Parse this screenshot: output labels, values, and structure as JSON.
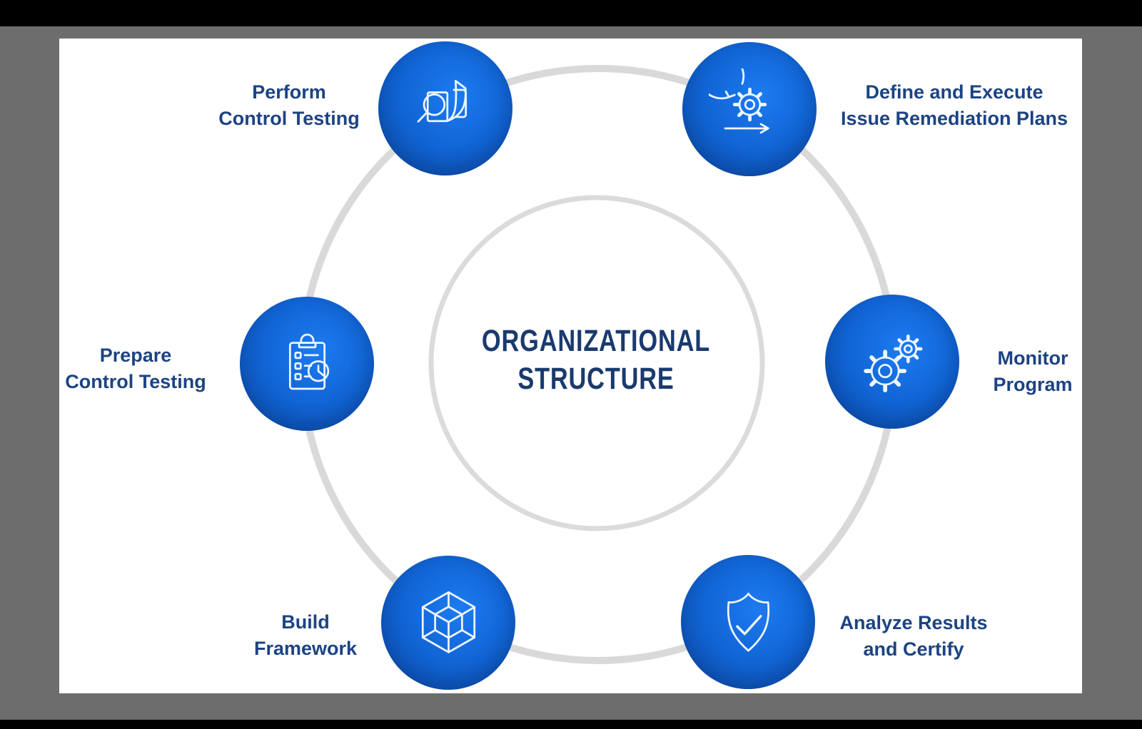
{
  "frame": {
    "outer_top_bar_color": "#000000",
    "outer_bottom_bar_color": "#000000",
    "backdrop_color": "#6d6d6d",
    "panel_color": "#ffffff"
  },
  "title": {
    "line1": "ORGANIZATIONAL",
    "line2": "STRUCTURE",
    "color": "#1a3a6e"
  },
  "nodes": [
    {
      "id": "perform-control-testing",
      "label_line1": "Perform",
      "label_line2": "Control Testing",
      "icon": "book-search-icon"
    },
    {
      "id": "define-and-execute-issue-remediation-plans",
      "label_line1": "Define and Execute",
      "label_line2": "Issue Remediation Plans",
      "icon": "iteration-gear-arrow-icon"
    },
    {
      "id": "monitor-program",
      "label_line1": "Monitor",
      "label_line2": "Program",
      "icon": "gears-icon"
    },
    {
      "id": "analyze-results-and-certify",
      "label_line1": "Analyze Results",
      "label_line2": "and Certify",
      "icon": "shield-check-icon"
    },
    {
      "id": "build-framework",
      "label_line1": "Build",
      "label_line2": "Framework",
      "icon": "cube-wireframe-icon"
    },
    {
      "id": "prepare-control-testing",
      "label_line1": "Prepare",
      "label_line2": "Control Testing",
      "icon": "clipboard-checklist-clock-icon"
    }
  ],
  "colors": {
    "node_blue_light": "#1c7bf0",
    "node_blue_dark": "#0a459c",
    "ring_gray": "#d9d9d9",
    "label_text": "#1c4383",
    "icon_stroke": "#edf5ff"
  }
}
